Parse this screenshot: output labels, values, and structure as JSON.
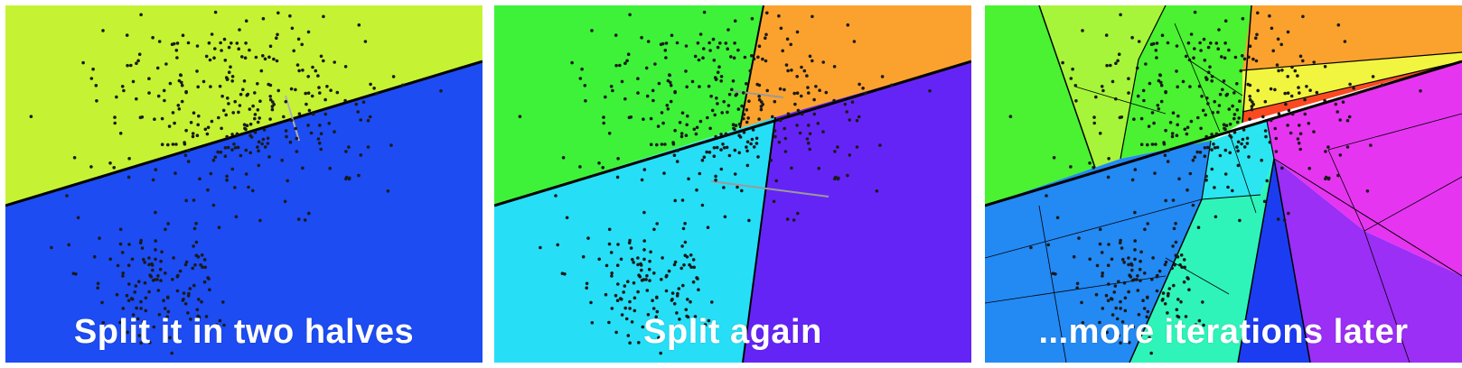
{
  "panels": [
    {
      "caption": "Split it in two halves",
      "regions": [
        {
          "name": "upper-half",
          "color": "#c5f334"
        },
        {
          "name": "lower-half",
          "color": "#1c4cf2"
        }
      ]
    },
    {
      "caption": "Split again",
      "regions": [
        {
          "name": "upper-left",
          "color": "#3ef23a"
        },
        {
          "name": "upper-right",
          "color": "#fba22e"
        },
        {
          "name": "lower-left",
          "color": "#27def7"
        },
        {
          "name": "lower-right",
          "color": "#6524f6"
        }
      ]
    },
    {
      "caption": "...more iterations later",
      "regions": [
        {
          "name": "green",
          "color": "#4af231"
        },
        {
          "name": "yellow-green",
          "color": "#a6f53a"
        },
        {
          "name": "orange",
          "color": "#fba22e"
        },
        {
          "name": "yellow",
          "color": "#f2f540"
        },
        {
          "name": "red",
          "color": "#fb4a22"
        },
        {
          "name": "magenta",
          "color": "#e635f1"
        },
        {
          "name": "violet",
          "color": "#9b2ff5"
        },
        {
          "name": "blue",
          "color": "#1c3cf2"
        },
        {
          "name": "sky-blue",
          "color": "#2389f3"
        },
        {
          "name": "teal",
          "color": "#2ff4b9"
        },
        {
          "name": "cyan",
          "color": "#2be6f0"
        }
      ]
    }
  ]
}
